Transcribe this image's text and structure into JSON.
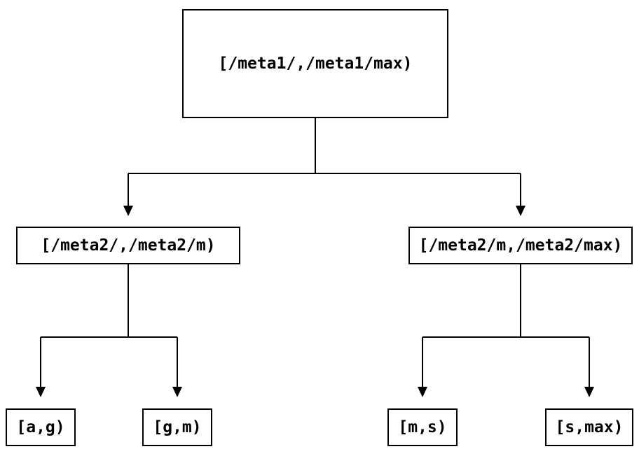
{
  "diagram": {
    "type": "binary-interval-tree",
    "colors": {
      "background": "#ffffff",
      "line": "#000000",
      "text": "#000000"
    },
    "nodes": {
      "root": {
        "label": "[/meta1/,/meta1/max)"
      },
      "meta2_low": {
        "label": "[/meta2/,/meta2/m)"
      },
      "meta2_high": {
        "label": "[/meta2/m,/meta2/max)"
      },
      "leaf_ag": {
        "label": "[a,g)"
      },
      "leaf_gm": {
        "label": "[g,m)"
      },
      "leaf_ms": {
        "label": "[m,s)"
      },
      "leaf_smax": {
        "label": "[s,max)"
      }
    },
    "edges": [
      {
        "from": "root",
        "to": "meta2_low"
      },
      {
        "from": "root",
        "to": "meta2_high"
      },
      {
        "from": "meta2_low",
        "to": "leaf_ag"
      },
      {
        "from": "meta2_low",
        "to": "leaf_gm"
      },
      {
        "from": "meta2_high",
        "to": "leaf_ms"
      },
      {
        "from": "meta2_high",
        "to": "leaf_smax"
      }
    ]
  }
}
